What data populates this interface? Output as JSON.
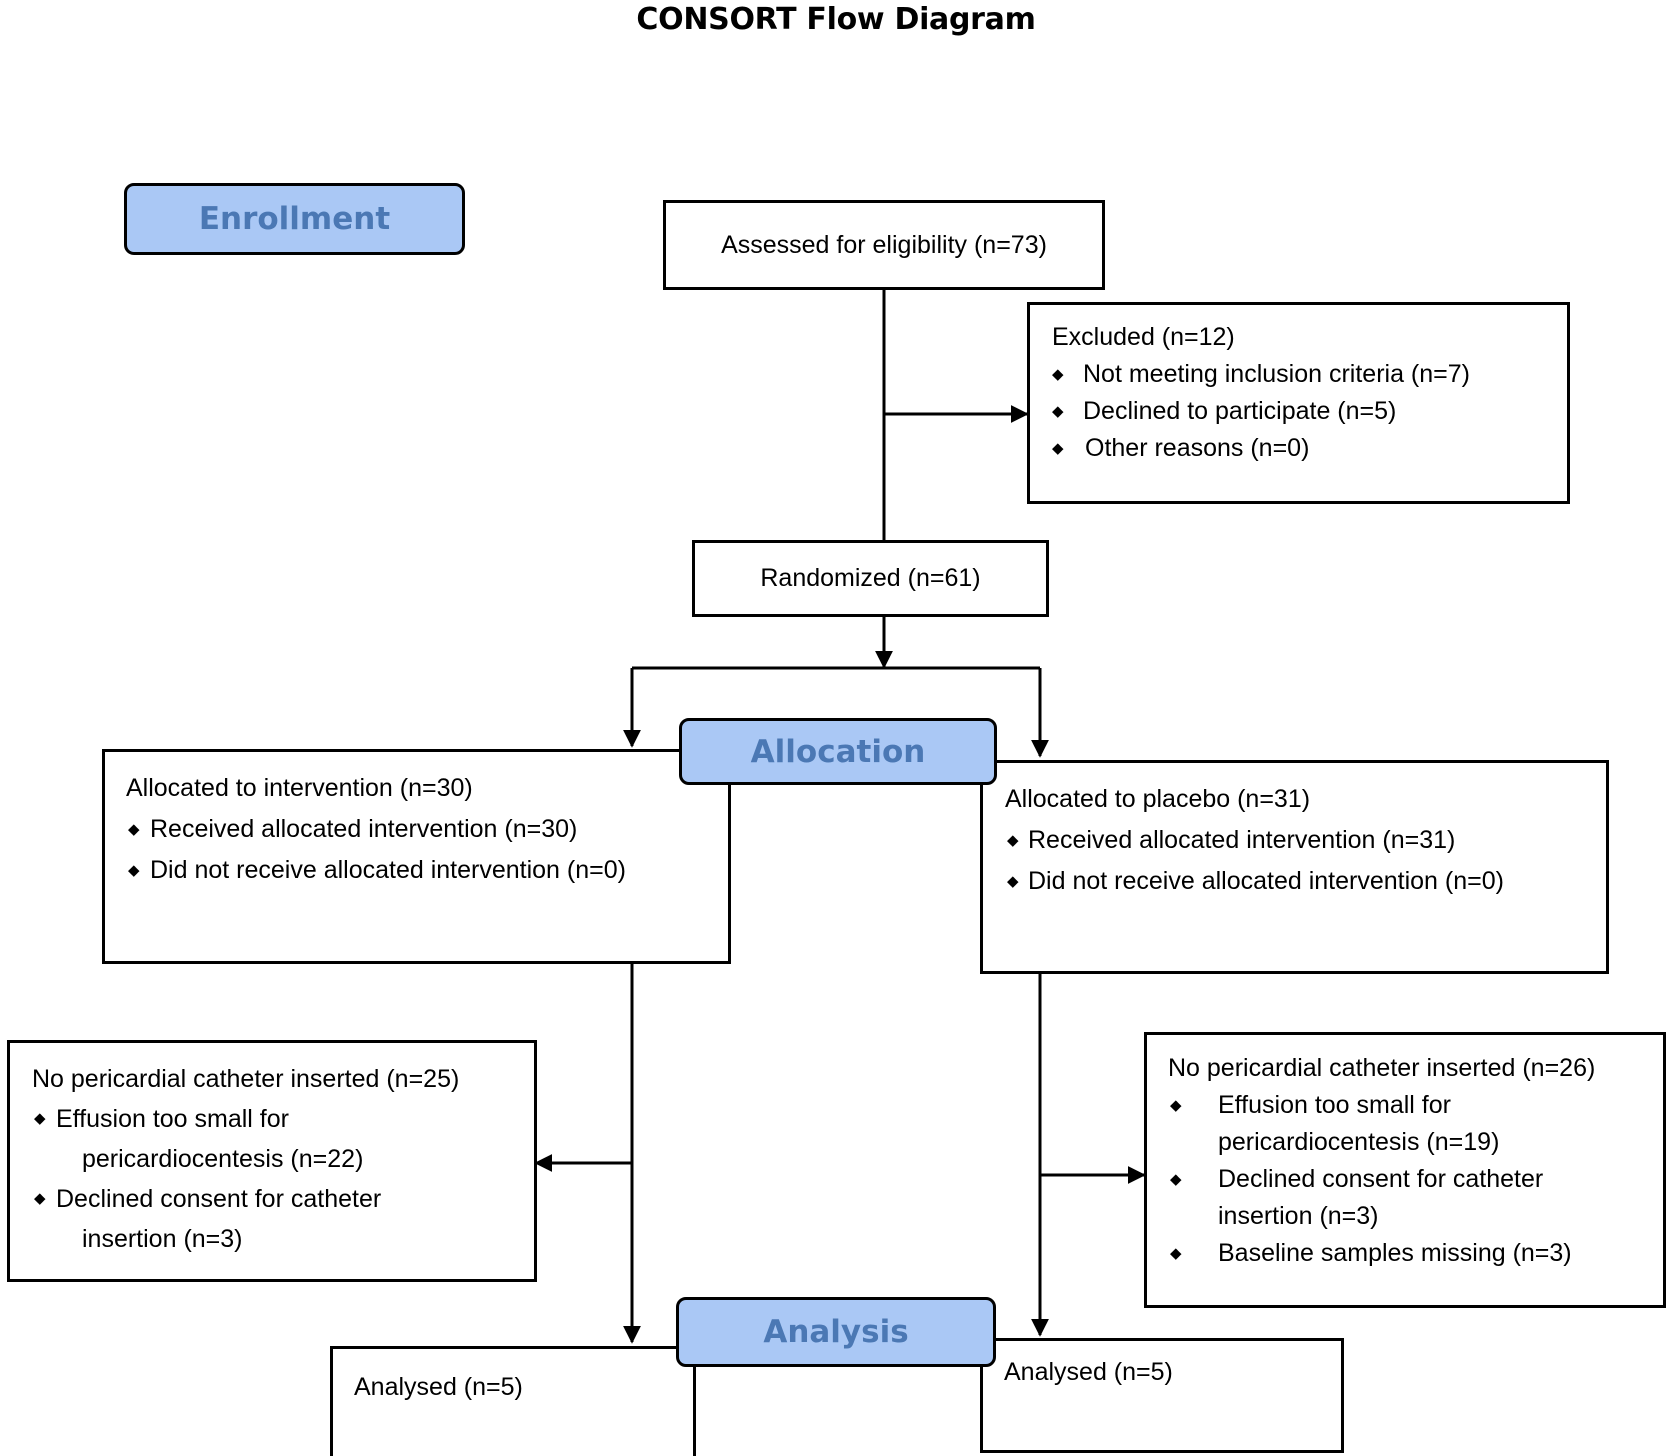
{
  "title": "CONSORT Flow Diagram",
  "colors": {
    "stage_fill": "#aac8f5",
    "stage_text": "#4b78b4",
    "line": "#000000"
  },
  "bullet_glyph": "◆",
  "stages": {
    "enrollment": "Enrollment",
    "allocation": "Allocation",
    "analysis": "Analysis"
  },
  "assessed": "Assessed for eligibility (n=73)",
  "excluded": {
    "heading": "Excluded (n=12)",
    "items": [
      "Not meeting inclusion criteria (n=7)",
      "Declined to participate (n=5)",
      "Other reasons (n=0)"
    ]
  },
  "randomized": "Randomized (n=61)",
  "intervention": {
    "heading": "Allocated to intervention (n=30)",
    "items": [
      "Received allocated intervention (n=30)",
      "Did not receive allocated intervention (n=0)"
    ],
    "no_catheter": {
      "heading": "No pericardial catheter inserted (n=25)",
      "items": [
        [
          "Effusion too small for",
          "pericardiocentesis (n=22)"
        ],
        [
          "Declined consent for catheter",
          "insertion (n=3)"
        ]
      ]
    },
    "analysed": "Analysed (n=5)"
  },
  "placebo": {
    "heading": "Allocated to placebo (n=31)",
    "items": [
      "Received allocated intervention (n=31)",
      "Did not receive allocated intervention (n=0)"
    ],
    "no_catheter": {
      "heading": "No pericardial catheter inserted (n=26)",
      "items": [
        [
          "Effusion too small for",
          "pericardiocentesis (n=19)"
        ],
        [
          "Declined consent for catheter",
          "insertion (n=3)"
        ],
        [
          "Baseline samples missing (n=3)"
        ]
      ]
    },
    "analysed": "Analysed (n=5)"
  }
}
